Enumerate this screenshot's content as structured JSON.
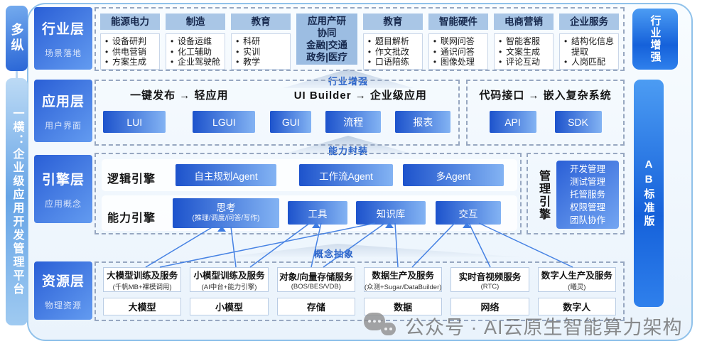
{
  "left_rail": {
    "top_label": "多纵",
    "main_label": "一横：企业级应用开发管理平台"
  },
  "right_rail": {
    "top_label": "行业增强",
    "main_label": "AB标准版"
  },
  "layer_labels": [
    {
      "title": "行业层",
      "subtitle": "场景落地"
    },
    {
      "title": "应用层",
      "subtitle": "用户界面"
    },
    {
      "title": "引擎层",
      "subtitle": "应用概念"
    },
    {
      "title": "资源层",
      "subtitle": "物理资源"
    }
  ],
  "flow_labels": {
    "industry_boost": "行业增强",
    "capability_package": "能力封装",
    "concept_abstraction": "概念抽象"
  },
  "industry_layer": {
    "columns": [
      {
        "header": "能源电力",
        "items": [
          "设备研判",
          "供电营销",
          "方案生成"
        ]
      },
      {
        "header": "制造",
        "items": [
          "设备运维",
          "化工辅助",
          "企业驾驶舱"
        ]
      },
      {
        "header": "教育",
        "items": [
          "科研",
          "实训",
          "教学"
        ]
      },
      {
        "highlight_text": "应用产研\n协同\n金融|交通\n政务|医疗"
      },
      {
        "header": "教育",
        "items": [
          "题目解析",
          "作文批改",
          "口语陪练"
        ]
      },
      {
        "header": "智能硬件",
        "items": [
          "联网问答",
          "通识问答",
          "图像处理"
        ]
      },
      {
        "header": "电商营销",
        "items": [
          "智能客服",
          "文案生成",
          "评论互动"
        ]
      },
      {
        "header": "企业服务",
        "items": [
          "结构化信息提取",
          "人岗匹配"
        ]
      }
    ]
  },
  "application_layer": {
    "sections": [
      {
        "title": "一键发布 → 轻应用",
        "buttons": [
          "LUI",
          "LGUI"
        ]
      },
      {
        "title": "UI Builder → 企业级应用",
        "buttons": [
          "GUI",
          "流程",
          "报表"
        ]
      },
      {
        "title": "代码接口 → 嵌入复杂系统",
        "buttons": [
          "API",
          "SDK"
        ]
      }
    ]
  },
  "engine_layer": {
    "logic_label": "逻辑引擎",
    "logic_buttons": [
      "自主规划Agent",
      "工作流Agent",
      "多Agent"
    ],
    "capability_label": "能力引擎",
    "capability_buttons": {
      "think_main": "思考",
      "think_sub": "(推理/调度/问答/写作)",
      "tool": "工具",
      "knowledge": "知识库",
      "interaction": "交互"
    },
    "management_label": "管理引擎",
    "management_items": [
      "开发管理",
      "测试管理",
      "托管服务",
      "权限管理",
      "团队协作"
    ]
  },
  "resource_layer": {
    "columns": [
      {
        "title": "大模型训练及服务",
        "subtitle": "(千帆MB+裸模调用)",
        "base": "大模型"
      },
      {
        "title": "小模型训练及服务",
        "subtitle": "(AI中台+能力引擎)",
        "base": "小模型"
      },
      {
        "title": "对象/向量存储服务",
        "subtitle": "(BOS/BES/VDB)",
        "base": "存储"
      },
      {
        "title": "数据生产及服务",
        "subtitle": "(众测+Sugar/DataBuilder)",
        "base": "数据"
      },
      {
        "title": "实时音视频服务",
        "subtitle": "(RTC)",
        "base": "网络"
      },
      {
        "title": "数字人生产及服务",
        "subtitle": "(曦灵)",
        "base": "数字人"
      }
    ]
  },
  "watermark": {
    "text": "公众号 · AI云原生智能算力架构"
  },
  "colors": {
    "accent_blue": "#1d53cc",
    "light_panel": "#a9c6e6",
    "container_border": "#8fc1ea"
  }
}
